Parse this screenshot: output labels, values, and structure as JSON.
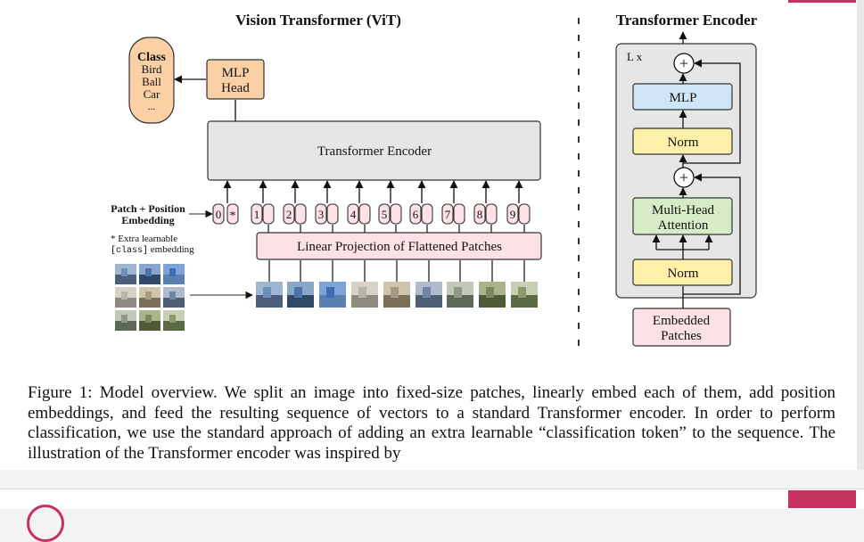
{
  "vit": {
    "title": "Vision Transformer (ViT)",
    "class_box": {
      "heading": "Class",
      "items": [
        "Bird",
        "Ball",
        "Car",
        "..."
      ]
    },
    "mlp_head": [
      "MLP",
      "Head"
    ],
    "encoder_label": "Transformer Encoder",
    "patch_position_label": [
      "Patch + Position",
      "Embedding"
    ],
    "extra_note": {
      "line1": "* Extra learnable",
      "code": "[class]",
      "line2": " embedding"
    },
    "tokens": [
      "0",
      "1",
      "2",
      "3",
      "4",
      "5",
      "6",
      "7",
      "8",
      "9"
    ],
    "class_token_marker": "*",
    "linear_projection": "Linear Projection of Flattened Patches"
  },
  "encoder_detail": {
    "title": "Transformer Encoder",
    "repeat_label": "L x",
    "plus_symbol": "+",
    "mlp": "MLP",
    "norm_top": "Norm",
    "attention": [
      "Multi-Head",
      "Attention"
    ],
    "norm_bottom": "Norm",
    "embedded_patches": [
      "Embedded",
      "Patches"
    ]
  },
  "caption": "Figure 1: Model overview. We split an image into fixed-size patches, linearly embed each of them, add position embeddings, and feed the resulting sequence of vectors to a standard Transformer encoder. In order to perform classification, we use the standard approach of adding an extra learnable “classification token” to the sequence. The illustration of the Transformer encoder was inspired by",
  "colors": {
    "orange": "#fbd0a4",
    "pink": "#fce1e6",
    "blue": "#cfe6f6",
    "yellow": "#fdf1a9",
    "green": "#d5ecc6",
    "gray": "#e6e6e6",
    "accent": "#c7315d"
  }
}
